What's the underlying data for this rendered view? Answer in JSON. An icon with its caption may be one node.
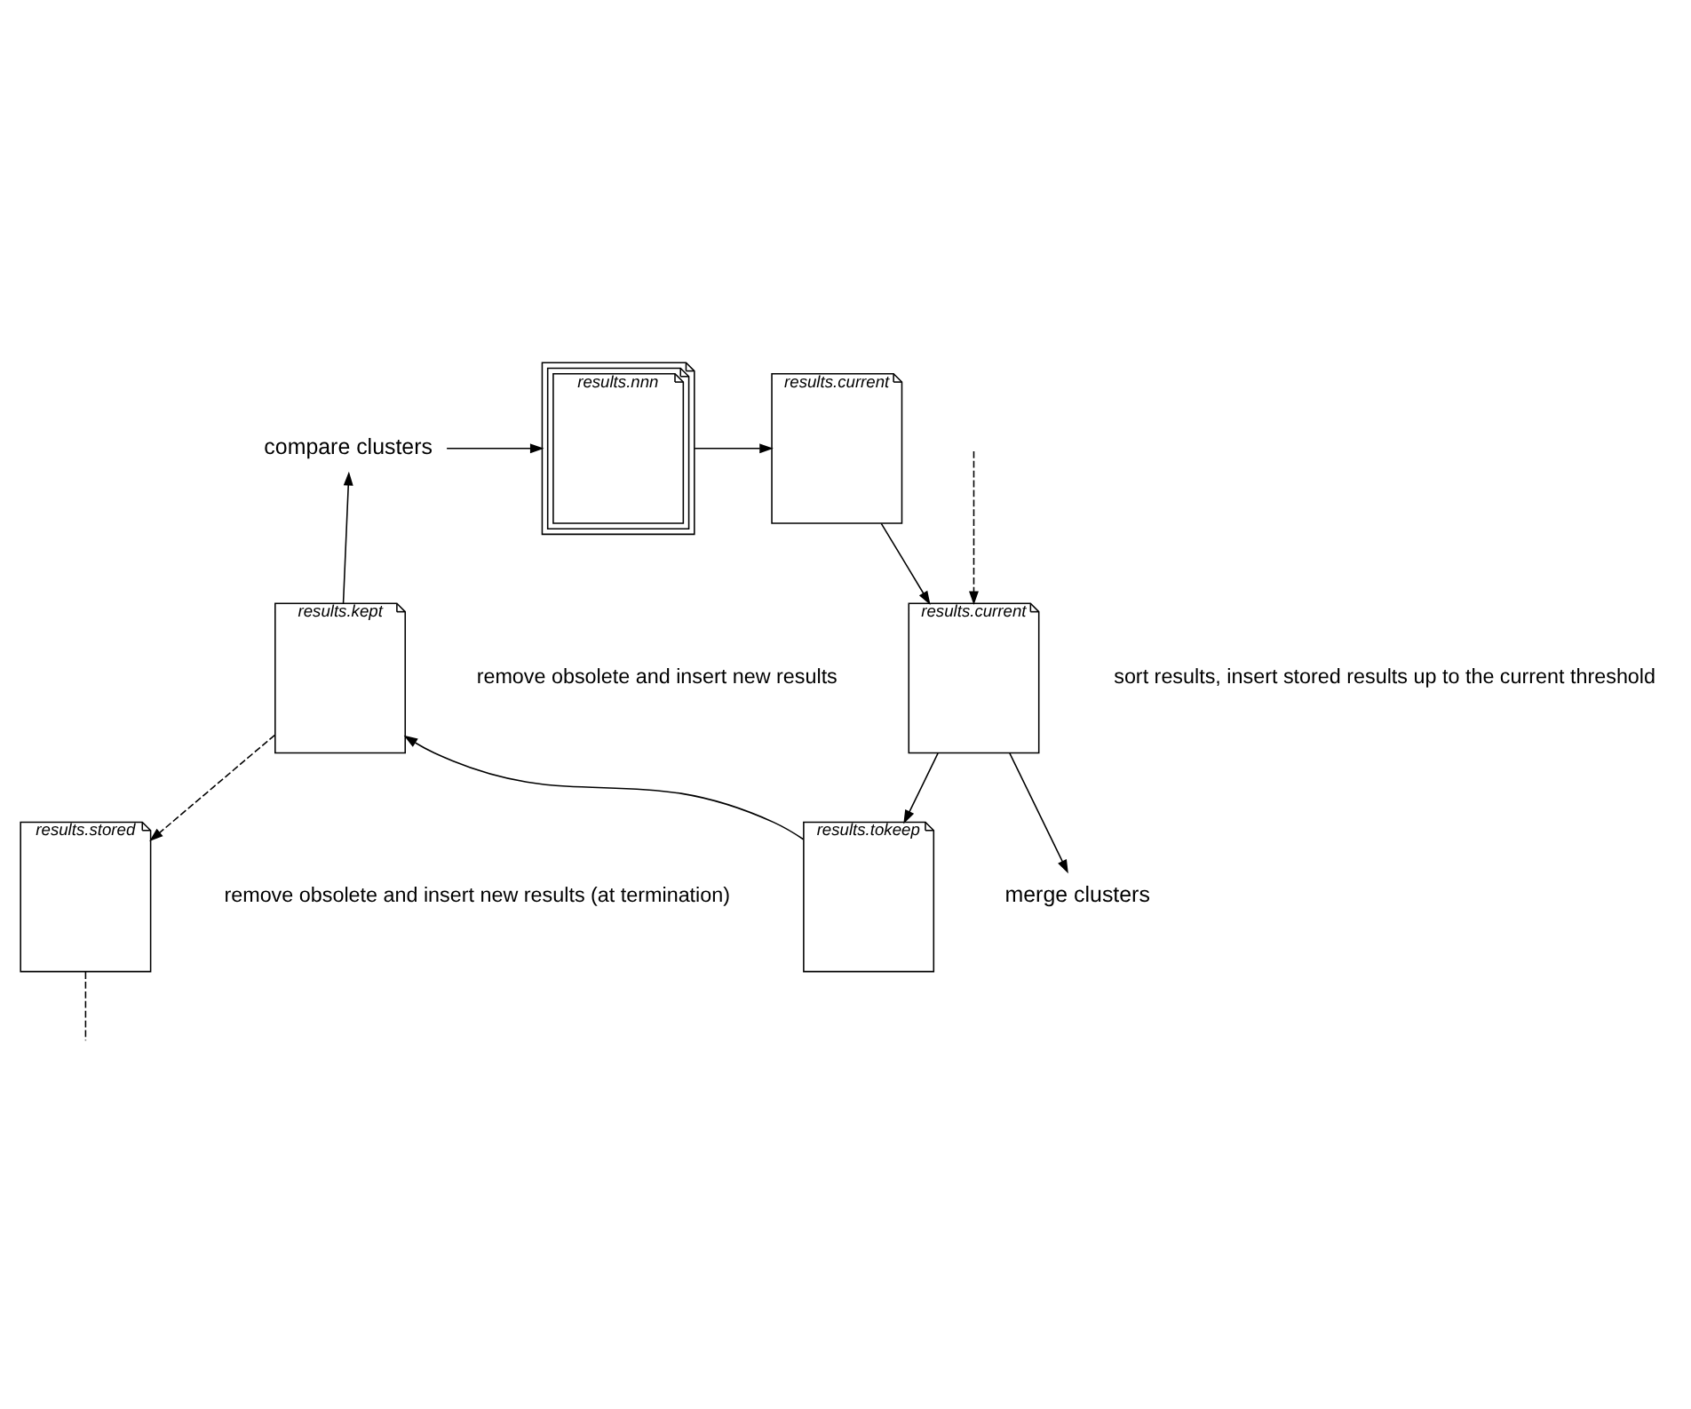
{
  "diagram": {
    "nodes": [
      {
        "text": [
          "compare clusters"
        ]
      },
      {
        "text": [
          "results.nnn"
        ]
      },
      {
        "text": [
          "results.current"
        ]
      },
      {
        "text": [
          "results.current"
        ],
        "beside": [
          "sort results, insert stored results up to the current threshold"
        ]
      },
      {
        "text": [
          "merge clusters"
        ]
      },
      {
        "text": [
          "results.tokeep"
        ]
      },
      {
        "text": [
          "results.kept"
        ],
        "beside": [
          "remove obsolete and insert new results"
        ]
      },
      {
        "text": [
          "results.stored"
        ],
        "beside": [
          "remove obsolete and insert new results (at termination)"
        ]
      }
    ],
    "edges": [
      {
        "from": 0,
        "to": 1,
        "arrow": "to"
      },
      {
        "from": 1,
        "to": 2,
        "arrow": "to"
      },
      {
        "from": 2,
        "to": 3,
        "arrow": "to"
      },
      {
        "from": 3,
        "to": 4,
        "arrow": "to"
      },
      {
        "from": 3,
        "to": 5,
        "arrow": "to"
      },
      {
        "from": 5,
        "to": 6,
        "arrow": "to"
      },
      {
        "from": 6,
        "to": 0,
        "arrow": "to"
      },
      {
        "from": 6,
        "to": 7,
        "arrow": "to",
        "style": "dashed"
      },
      {
        "from": 7,
        "to": null,
        "arrow": "none",
        "style": "dashed"
      },
      {
        "from": null,
        "to": 3,
        "arrow": "to",
        "style": "dashed"
      }
    ]
  }
}
